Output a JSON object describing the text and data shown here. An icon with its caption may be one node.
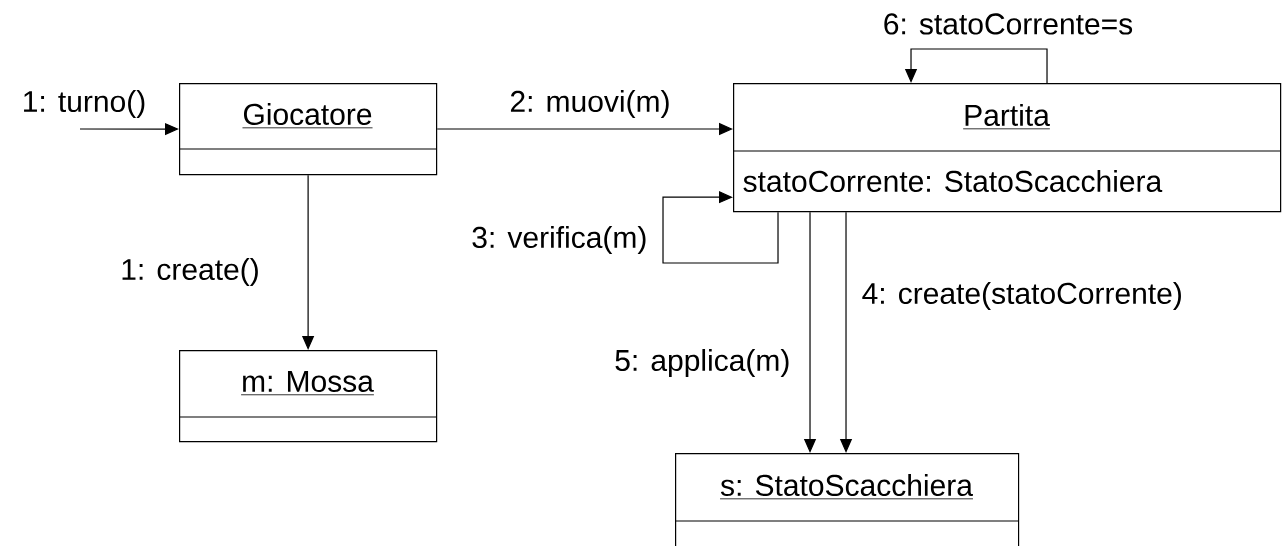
{
  "diagram": {
    "nodes": [
      {
        "text": [
          "Giocatore"
        ]
      },
      {
        "text": [
          "Partita",
          "statoCorrente: StatoScacchiera"
        ]
      },
      {
        "text": [
          "m: Mossa"
        ]
      },
      {
        "text": [
          "s: StatoScacchiera"
        ]
      }
    ],
    "edges": [
      {
        "from": null,
        "to": 0,
        "arrow": "to",
        "label": "1: turno()"
      },
      {
        "from": 0,
        "to": 1,
        "arrow": "to",
        "label": "2: muovi(m)"
      },
      {
        "from": 0,
        "to": 2,
        "arrow": "to",
        "label": "1: create()"
      },
      {
        "from": 1,
        "to": 1,
        "arrow": "to",
        "label": "3: verifica(m)"
      },
      {
        "from": 1,
        "to": 3,
        "arrow": "to",
        "label": "4: create(statoCorrente)"
      },
      {
        "from": 1,
        "to": 3,
        "arrow": "to",
        "label": "5: applica(m)"
      },
      {
        "from": 1,
        "to": 1,
        "arrow": "to",
        "label": "6: statoCorrente=s"
      }
    ]
  }
}
